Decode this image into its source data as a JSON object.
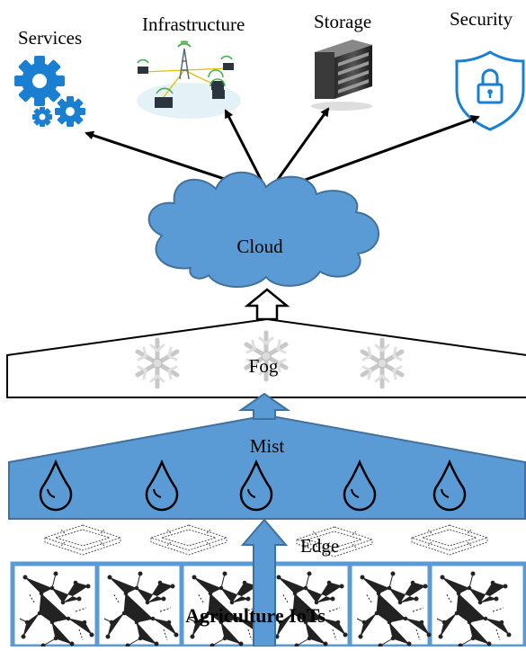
{
  "labels": {
    "services": "Services",
    "infrastructure": "Infrastructure",
    "storage": "Storage",
    "security": "Security",
    "cloud": "Cloud",
    "fog": "Fog",
    "mist": "Mist",
    "edge": "Edge",
    "iot": "Agriculture IoTs"
  },
  "colors": {
    "layer_fill": "#5b9bd5",
    "layer_stroke": "#41719c",
    "icon_blue": "#1a7fd0",
    "line": "#000000"
  },
  "icons": {
    "services": "gears-icon",
    "infrastructure": "network-icon",
    "storage": "server-icon",
    "security": "shield-lock-icon",
    "fog": "snowflake-icon",
    "mist": "droplet-icon",
    "edge": "edge-device-icon",
    "iot": "sensor-tree-icon"
  }
}
